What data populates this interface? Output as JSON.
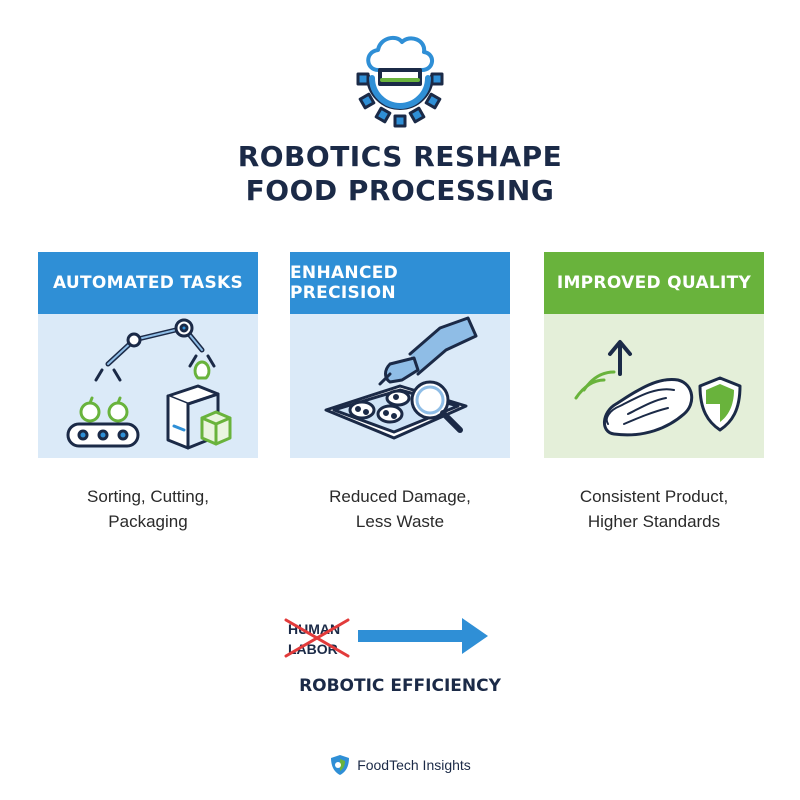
{
  "title": {
    "line1": "ROBOTICS RESHAPE",
    "line2": "FOOD PROCESSING"
  },
  "icons": {
    "logo": "chef-hat-gear-icon",
    "card1": "robotic-arm-conveyor-icon",
    "card2": "robot-hand-magnifier-icon",
    "card3": "steak-shield-icon",
    "footer": "shield-logo-icon"
  },
  "cards": [
    {
      "header": "AUTOMATED TASKS",
      "caption_line1": "Sorting, Cutting,",
      "caption_line2": "Packaging"
    },
    {
      "header": "ENHANCED PRECISION",
      "caption_line1": "Reduced Damage,",
      "caption_line2": "Less Waste"
    },
    {
      "header": "IMPROVED QUALITY",
      "caption_line1": "Consistent Product,",
      "caption_line2": "Higher Standards"
    }
  ],
  "transition": {
    "from_line1": "HUMAN",
    "from_line2": "LABOR",
    "to": "ROBOTIC EFFICIENCY"
  },
  "footer": {
    "brand": "FoodTech Insights"
  },
  "colors": {
    "navy": "#1b2a47",
    "blue": "#2f8fd6",
    "light_blue": "#dbeaf8",
    "green": "#69b33c",
    "light_green": "#e4efd9",
    "cross_red": "#e23b3b"
  }
}
